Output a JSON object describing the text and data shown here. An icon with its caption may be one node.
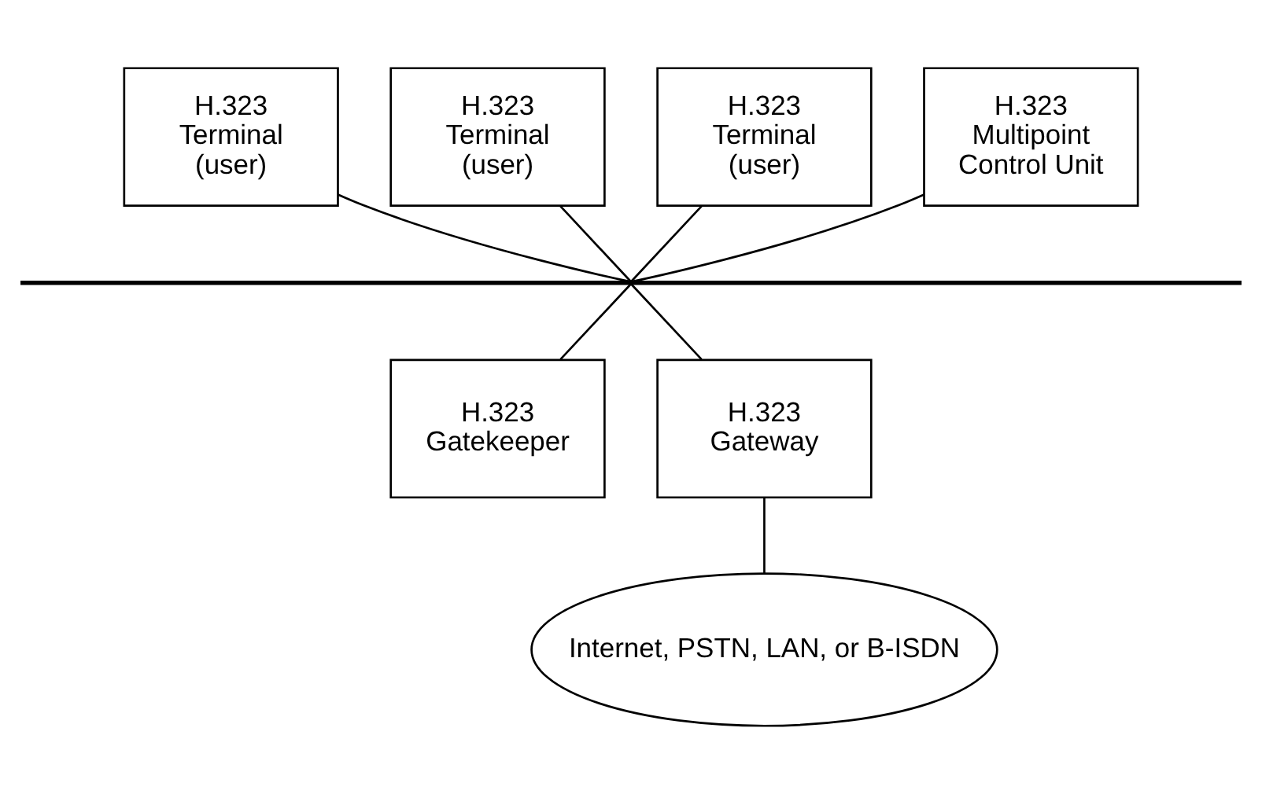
{
  "diagram": {
    "nodes": [
      {
        "text": [
          "H.323 Terminal (user)"
        ]
      },
      {
        "text": [
          "H.323 Terminal (user)"
        ]
      },
      {
        "text": [
          "H.323 Terminal (user)"
        ]
      },
      {
        "text": [
          "H.323 Multipoint Control Unit"
        ]
      },
      {
        "text": [],
        "shape": "bar"
      },
      {
        "text": [
          "H.323 Gatekeeper"
        ]
      },
      {
        "text": [
          "H.323 Gateway"
        ]
      },
      {
        "text": [
          "Internet, PSTN, LAN, or B-ISDN"
        ]
      }
    ],
    "edges": [
      {
        "from": 0,
        "to": 4,
        "arrow": "none"
      },
      {
        "from": 1,
        "to": 4,
        "arrow": "none"
      },
      {
        "from": 2,
        "to": 4,
        "arrow": "none"
      },
      {
        "from": 3,
        "to": 4,
        "arrow": "none"
      },
      {
        "from": 4,
        "to": 5,
        "arrow": "none"
      },
      {
        "from": 4,
        "to": 6,
        "arrow": "none"
      },
      {
        "from": 6,
        "to": 7,
        "arrow": "none"
      }
    ]
  }
}
